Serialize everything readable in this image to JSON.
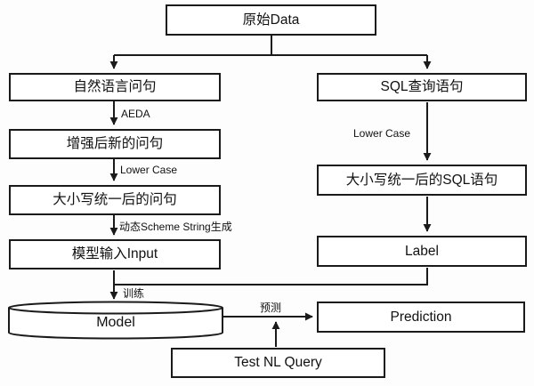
{
  "diagram": {
    "nodes": {
      "raw_data": {
        "label": "原始Data"
      },
      "nl_question": {
        "label": "自然语言问句"
      },
      "augmented_question": {
        "label": "增强后新的问句"
      },
      "lowercased_question": {
        "label": "大小写统一后的问句"
      },
      "model_input": {
        "label": "模型输入Input"
      },
      "sql_query": {
        "label": "SQL查询语句"
      },
      "lowercased_sql": {
        "label": "大小写统一后的SQL语句"
      },
      "label": {
        "label": "Label"
      },
      "model": {
        "label": "Model"
      },
      "prediction": {
        "label": "Prediction"
      },
      "test_nl_query": {
        "label": "Test NL Query"
      }
    },
    "edges": [
      {
        "from": "raw_data",
        "to": "nl_question",
        "label": ""
      },
      {
        "from": "raw_data",
        "to": "sql_query",
        "label": ""
      },
      {
        "from": "nl_question",
        "to": "augmented_question",
        "label": "AEDA"
      },
      {
        "from": "augmented_question",
        "to": "lowercased_question",
        "label": "Lower Case"
      },
      {
        "from": "lowercased_question",
        "to": "model_input",
        "label": "动态Scheme String生成"
      },
      {
        "from": "model_input",
        "to": "model",
        "label": "训练"
      },
      {
        "from": "sql_query",
        "to": "lowercased_sql",
        "label": "Lower Case"
      },
      {
        "from": "lowercased_sql",
        "to": "label",
        "label": ""
      },
      {
        "from": "label",
        "to": "model",
        "label": ""
      },
      {
        "from": "model",
        "to": "prediction",
        "label": "预测"
      },
      {
        "from": "test_nl_query",
        "to": "model-prediction-arrow",
        "label": ""
      }
    ],
    "colors": {
      "line": "#1a1a1a",
      "box_border": "#1a1a1a",
      "box_fill": "#ffffff",
      "background": "#fdfdfd",
      "text": "#111111"
    }
  }
}
